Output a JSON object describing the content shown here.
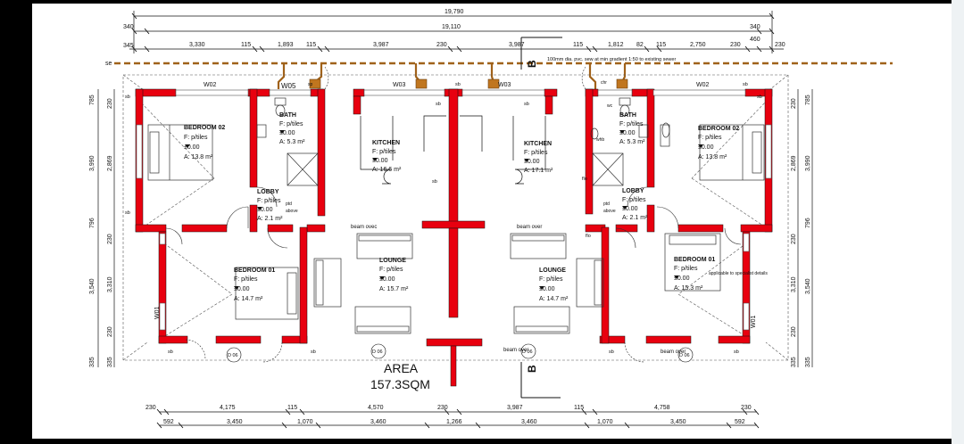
{
  "dims": {
    "overall": "19,790",
    "top2": "19,110",
    "end340": "340",
    "end345": "345",
    "end460": "460",
    "top3": [
      "3,330",
      "115",
      "1,893",
      "115",
      "3,987",
      "230",
      "3,987",
      "115",
      "1,812",
      "82",
      "115",
      "2,750",
      "230",
      "230"
    ],
    "bottom1": [
      "230",
      "4,175",
      "115",
      "4,570",
      "230",
      "3,987",
      "115",
      "4,758",
      "230"
    ],
    "bottom2": [
      "592",
      "3,450",
      "1,070",
      "3,460",
      "1,266",
      "3,460",
      "1,070",
      "3,450",
      "592"
    ],
    "left_outer": [
      "785",
      "3,990",
      "796",
      "3,540",
      "335"
    ],
    "left_inner": [
      "230",
      "2,869",
      "230",
      "3,310",
      "230",
      "335"
    ],
    "right_inner": [
      "230",
      "2,869",
      "230",
      "3,310",
      "230",
      "335"
    ],
    "right_outer": [
      "785",
      "3,990",
      "796",
      "3,540",
      "335"
    ]
  },
  "sewer_note": "100mm dia. pvc. sew at min gradient 1:50 to existing sewer",
  "area": {
    "label": "AREA",
    "value": "157.3SQM"
  },
  "section_marker": "B",
  "small_labels": {
    "w02": "W02",
    "w03": "W03",
    "w05": "W05",
    "w01": "W01",
    "d06": "D 06",
    "sb": "sb",
    "beam_over": "beam over",
    "beam_ovec": "beam ovec",
    "wc": "wc",
    "whb": "whb",
    "flo": "flo",
    "ptd": "ptd",
    "above": "above",
    "chr": "chr",
    "se": "se",
    "sp": "sp",
    "note": "applicable to specialist details"
  },
  "rooms": {
    "bed02_l": {
      "name": "BEDROOM 02",
      "f": "F:    p/tiles",
      "lvl": "±0.00",
      "a": "A:       13.8 m²"
    },
    "bath_l": {
      "name": "BATH",
      "f": "F:   p/tiles",
      "lvl": "±0.00",
      "a": "A: 5.3 m²"
    },
    "lobby_l": {
      "name": "LOBBY",
      "f": "F:   p/tiles",
      "lvl": "±0.00",
      "a": "A: 2.1 m²"
    },
    "kitchen_l": {
      "name": "KITCHEN",
      "f": "F:    p/tiles",
      "lvl": "±0.00",
      "a": "A: 16.6 m²"
    },
    "bed01_l": {
      "name": "BEDROOM 01",
      "f": "F:        p/tiles",
      "lvl": "±0.00",
      "a": "A:     14.7 m²"
    },
    "lounge_l": {
      "name": "LOUNGE",
      "f": "F:    p/tiles",
      "lvl": "±0.00",
      "a": "A: 15.7 m²"
    },
    "kitchen_r": {
      "name": "KITCHEN",
      "f": "F:    p/tiles",
      "lvl": "±0.00",
      "a": "A: 17.1 m²"
    },
    "lounge_r": {
      "name": "LOUNGE",
      "f": "F:    p/tiles",
      "lvl": "±0.00",
      "a": "A: 14.7 m²"
    },
    "bath_r": {
      "name": "BATH",
      "f": "F:   p/tiles",
      "lvl": "±0.00",
      "a": "A: 5.3 m²"
    },
    "lobby_r": {
      "name": "LOBBY",
      "f": "F:   p/tiles",
      "lvl": "±0.00",
      "a": "A: 2.1 m²"
    },
    "bed02_r": {
      "name": "BEDROOM 02",
      "f": "F:    p/tiles",
      "lvl": "±0.00",
      "a": "A:       13.8 m²"
    },
    "bed01_r": {
      "name": "BEDROOM 01",
      "f": "F:        p/tiles",
      "lvl": "±0.00",
      "a": "A:     15.3 m²"
    }
  },
  "colors": {
    "wall": "#e8000f",
    "pipe": "#a0621a",
    "line": "#111111"
  }
}
